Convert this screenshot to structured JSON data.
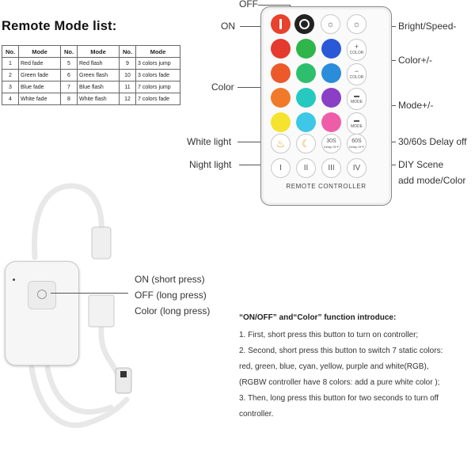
{
  "mode_list": {
    "title": "Remote Mode list:",
    "headers": [
      "No.",
      "Mode",
      "No.",
      "Mode",
      "No.",
      "Mode"
    ],
    "rows": [
      [
        "1",
        "Red fade",
        "5",
        "Red flash",
        "9",
        "3 colors jump"
      ],
      [
        "2",
        "Green fade",
        "6",
        "Green flash",
        "10",
        "3 colors fade"
      ],
      [
        "3",
        "Blue fade",
        "7",
        "Blue flash",
        "11",
        "7 colors jump"
      ],
      [
        "4",
        "White fade",
        "8",
        "White flash",
        "12",
        "7 colors fade"
      ]
    ]
  },
  "remote": {
    "footer_label": "REMOTE CONTROLLER",
    "callouts": {
      "off": "OFF",
      "on": "ON",
      "bright_speed": "Bright/Speed-",
      "color_pm": "Color+/-",
      "color": "Color",
      "mode_pm": "Mode+/-",
      "white_light": "White light",
      "delay": "30/60s Delay off",
      "night_light": "Night light",
      "diy_scene": "DIY Scene",
      "diy_add": "add mode/Color"
    },
    "button_text": {
      "color_plus": "COLOR",
      "color_minus": "COLOR",
      "mode_plus": "MODE",
      "mode_minus": "MODE",
      "delay30": "30S",
      "delay30_sub": "Delay OFF",
      "delay60": "60S",
      "delay60_sub": "Delay OFF",
      "diy1": "I",
      "diy2": "II",
      "diy3": "III",
      "diy4": "IV"
    },
    "colors": {
      "on": "#e8412c",
      "row1": [
        "#e53a2f",
        "#2fb54a",
        "#2b58d6"
      ],
      "row2": [
        "#ec5a2b",
        "#2ebf6e",
        "#2a8cda"
      ],
      "row3": [
        "#f07a2a",
        "#25c9c0",
        "#8a3fc4"
      ],
      "row4": [
        "#f5e32e",
        "#3ec7e6",
        "#ee5ea8"
      ]
    }
  },
  "controller": {
    "labels": {
      "short": "ON (short press)",
      "long_off": "OFF (long press)",
      "long_color": "Color (long press)"
    }
  },
  "intro": {
    "title": "“ON/OFF” and“Color” function introduce:",
    "lines": [
      "1. First, short press this button to turn on controller;",
      "2. Second, short press this button to switch 7 static colors:",
      "red, green, blue, cyan, yellow, purple and white(RGB),",
      "(RGBW controller have 8 colors: add a pure white color );",
      "3. Then, long press this button for two seconds to turn off",
      "controller."
    ]
  }
}
